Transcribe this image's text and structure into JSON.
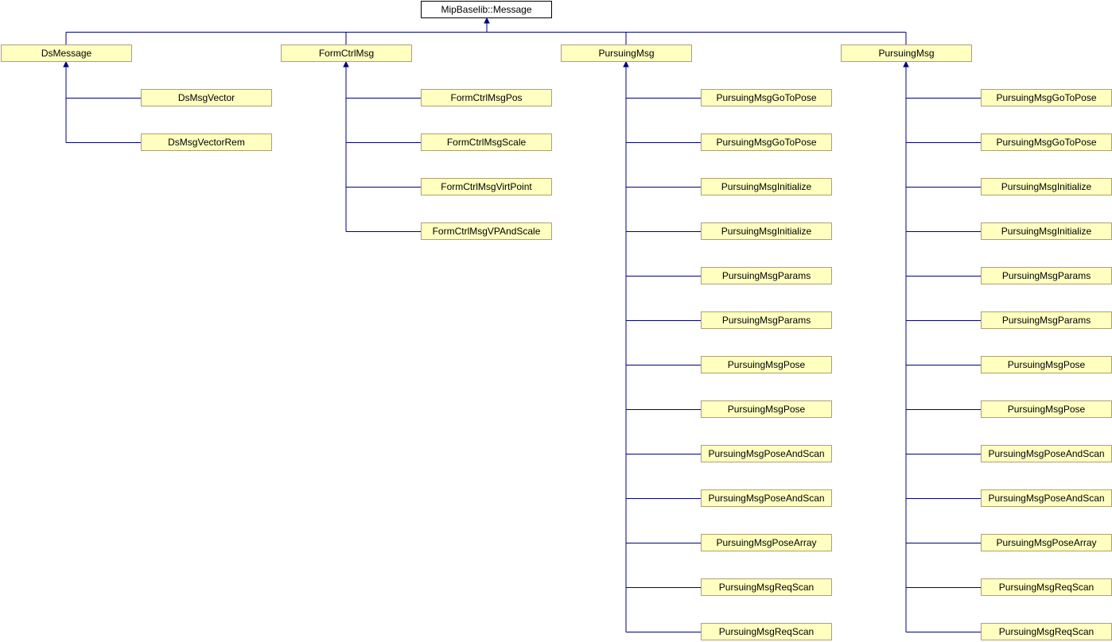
{
  "diagram": {
    "type": "class-inheritance",
    "root": "MipBaselib::Message",
    "colors": {
      "node_fill": "#ffffc0",
      "node_border": "#b0a070",
      "root_fill": "#ffffff",
      "root_border": "#000000",
      "edge": "#000080"
    },
    "groups": [
      {
        "parent": "DsMessage",
        "children": [
          "DsMsgVector",
          "DsMsgVectorRem"
        ]
      },
      {
        "parent": "FormCtrlMsg",
        "children": [
          "FormCtrlMsgPos",
          "FormCtrlMsgScale",
          "FormCtrlMsgVirtPoint",
          "FormCtrlMsgVPAndScale"
        ]
      },
      {
        "parent": "PursuingMsg",
        "children": [
          "PursuingMsgGoToPose",
          "PursuingMsgGoToPose",
          "PursuingMsgInitialize",
          "PursuingMsgInitialize",
          "PursuingMsgParams",
          "PursuingMsgParams",
          "PursuingMsgPose",
          "PursuingMsgPose",
          "PursuingMsgPoseAndScan",
          "PursuingMsgPoseAndScan",
          "PursuingMsgPoseArray",
          "PursuingMsgReqScan",
          "PursuingMsgReqScan"
        ]
      },
      {
        "parent": "PursuingMsg",
        "children": [
          "PursuingMsgGoToPose",
          "PursuingMsgGoToPose",
          "PursuingMsgInitialize",
          "PursuingMsgInitialize",
          "PursuingMsgParams",
          "PursuingMsgParams",
          "PursuingMsgPose",
          "PursuingMsgPose",
          "PursuingMsgPoseAndScan",
          "PursuingMsgPoseAndScan",
          "PursuingMsgPoseArray",
          "PursuingMsgReqScan",
          "PursuingMsgReqScan"
        ]
      }
    ]
  }
}
